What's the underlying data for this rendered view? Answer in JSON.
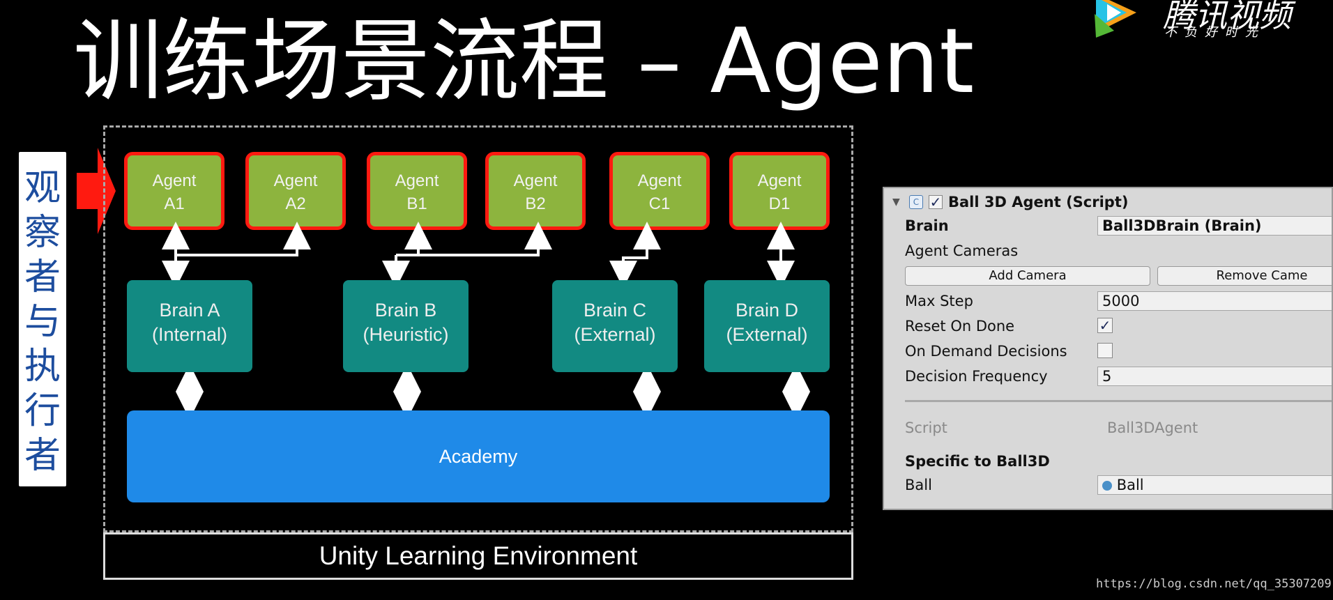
{
  "title": "训练场景流程 – Agent",
  "logo": {
    "name": "腾讯视频",
    "slogan": "不负好时光"
  },
  "observer_label": "观察者与执行者",
  "agents": [
    {
      "line1": "Agent",
      "line2": "A1"
    },
    {
      "line1": "Agent",
      "line2": "A2"
    },
    {
      "line1": "Agent",
      "line2": "B1"
    },
    {
      "line1": "Agent",
      "line2": "B2"
    },
    {
      "line1": "Agent",
      "line2": "C1"
    },
    {
      "line1": "Agent",
      "line2": "D1"
    }
  ],
  "brains": [
    {
      "line1": "Brain A",
      "line2": "(Internal)"
    },
    {
      "line1": "Brain B",
      "line2": "(Heuristic)"
    },
    {
      "line1": "Brain C",
      "line2": "(External)"
    },
    {
      "line1": "Brain D",
      "line2": "(External)"
    }
  ],
  "academy": "Academy",
  "environment": "Unity Learning Environment",
  "inspector": {
    "component_title": "Ball 3D Agent (Script)",
    "brain_label": "Brain",
    "brain_value": "Ball3DBrain (Brain)",
    "agent_cameras_label": "Agent Cameras",
    "add_camera": "Add Camera",
    "remove_camera": "Remove Came",
    "max_step_label": "Max Step",
    "max_step_value": "5000",
    "reset_on_done_label": "Reset On Done",
    "reset_on_done": true,
    "on_demand_label": "On Demand Decisions",
    "on_demand": false,
    "decision_freq_label": "Decision Frequency",
    "decision_freq_value": "5",
    "script_label": "Script",
    "script_value": "Ball3DAgent",
    "section_label": "Specific to Ball3D",
    "ball_label": "Ball",
    "ball_value": "Ball"
  },
  "watermark": "https://blog.csdn.net/qq_35307209",
  "colors": {
    "agent_fill": "#8db43e",
    "agent_border": "#ff1a10",
    "brain_fill": "#128a82",
    "academy_fill": "#1f8ae8",
    "observer_text": "#1d4d9e"
  }
}
